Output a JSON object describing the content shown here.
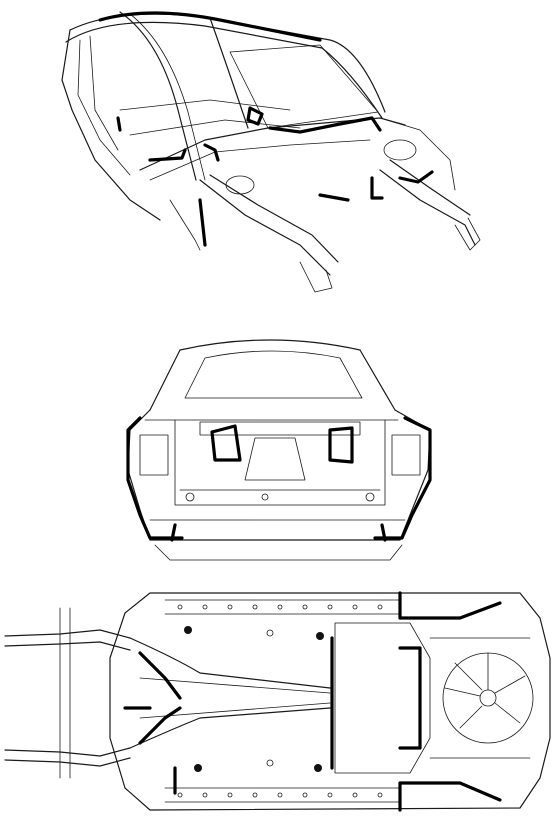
{
  "figure": {
    "views": [
      {
        "id": "isometric-body-view",
        "description_shown": false
      },
      {
        "id": "rear-body-view",
        "description_shown": false
      },
      {
        "id": "underbody-view",
        "description_shown": false
      }
    ],
    "colors": {
      "line": "#1a1a1a",
      "seal": "#000000",
      "background": "#ffffff"
    }
  }
}
